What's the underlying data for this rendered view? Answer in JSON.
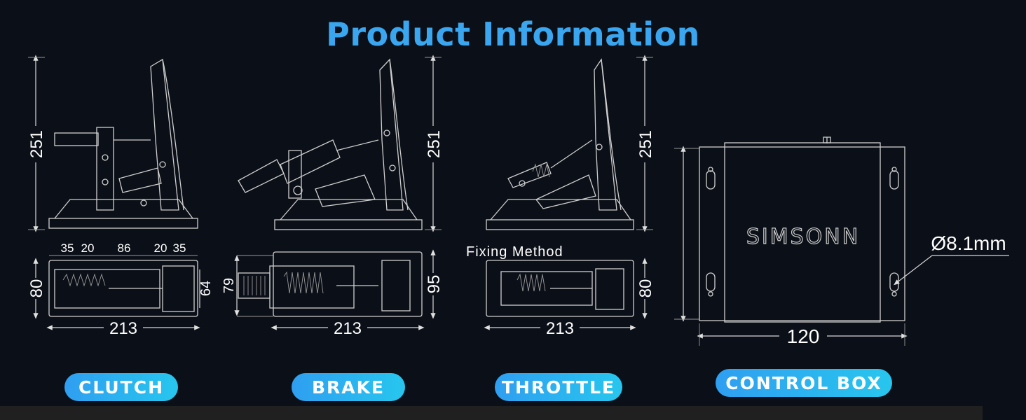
{
  "title": "Product Information",
  "products": [
    {
      "label": "CLUTCH",
      "height": "251",
      "width": "80",
      "length": "213",
      "extra": [
        "35",
        "20",
        "86",
        "20",
        "35"
      ],
      "side": "64"
    },
    {
      "label": "BRAKE",
      "height": "251",
      "width": "95",
      "length": "213",
      "side": "79"
    },
    {
      "label": "THROTTLE",
      "height": "251",
      "width": "80",
      "length": "213"
    },
    {
      "label": "CONTROL BOX",
      "length": "120",
      "hole": "Ø8.1mm",
      "brand": "SIMSONN"
    }
  ],
  "fixing_method": "Fixing Method",
  "colors": {
    "accent": "#3aa6ef",
    "pill_start": "#2f9ff1",
    "pill_end": "#27c6ee",
    "background": "#0b0f17"
  }
}
